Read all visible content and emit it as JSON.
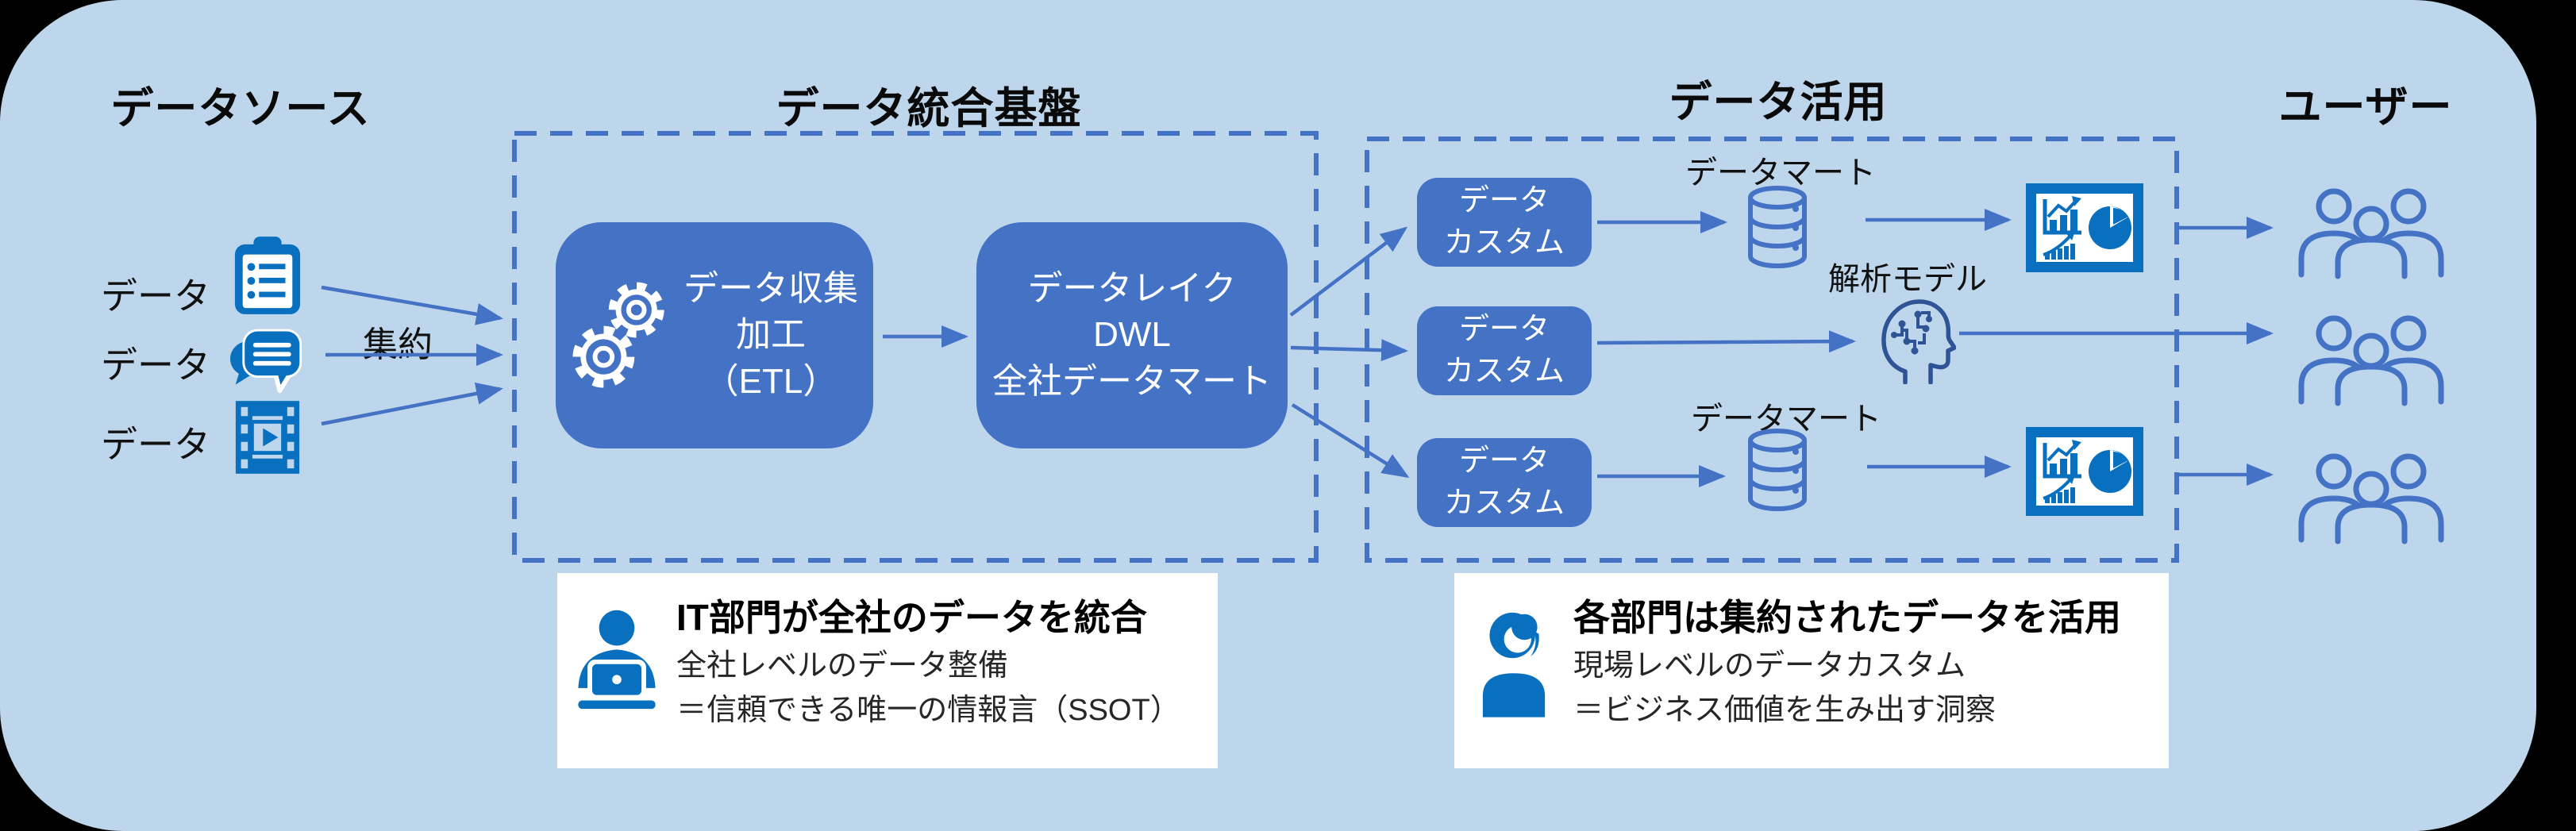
{
  "colors": {
    "panel_bg": "#BDD6EB",
    "node_blue": "#4472C4",
    "solid_icon_blue": "#0870BE",
    "arrow_blue": "#4472C4",
    "head_icon_blue": "#2F5496",
    "title_black": "#0a0a0a",
    "info_box_bg": "#ffffff"
  },
  "sections": {
    "sources": {
      "title": "データソース"
    },
    "integration": {
      "title": "データ統合基盤"
    },
    "utilization": {
      "title": "データ活用"
    },
    "users": {
      "title": "ユーザー"
    }
  },
  "sources": {
    "aggregate_label": "集約",
    "items": [
      {
        "label": "データ",
        "icon": "clipboard-list-icon"
      },
      {
        "label": "データ",
        "icon": "chat-bubbles-icon"
      },
      {
        "label": "データ",
        "icon": "film-strip-icon"
      }
    ]
  },
  "integration": {
    "etl_box": {
      "icon": "gears-icon",
      "line1": "データ収集",
      "line2": "加工",
      "line3": "（ETL）"
    },
    "lake_box": {
      "line1": "データレイク",
      "line2": "DWL",
      "line3": "全社データマート"
    }
  },
  "utilization": {
    "custom_box": {
      "line1": "データ",
      "line2": "カスタム"
    },
    "datamart_label_top": "データマート",
    "datamart_label_bottom": "データマート",
    "analysis_model_label": "解析モデル",
    "icons": [
      "database-icon",
      "report-chart-icon",
      "brain-head-icon"
    ]
  },
  "users": {
    "icon": "people-group-icon",
    "group_count": 3
  },
  "info_boxes": {
    "it": {
      "icon": "analyst-at-laptop-icon",
      "title": "IT部門が全社のデータを統合",
      "line1": "全社レベルのデータ整備",
      "line2": "＝信頼できる唯一の情報言（SSOT）"
    },
    "dept": {
      "icon": "business-user-icon",
      "title": "各部門は集約されたデータを活用",
      "line1": "現場レベルのデータカスタム",
      "line2": "＝ビジネス価値を生み出す洞察"
    }
  }
}
